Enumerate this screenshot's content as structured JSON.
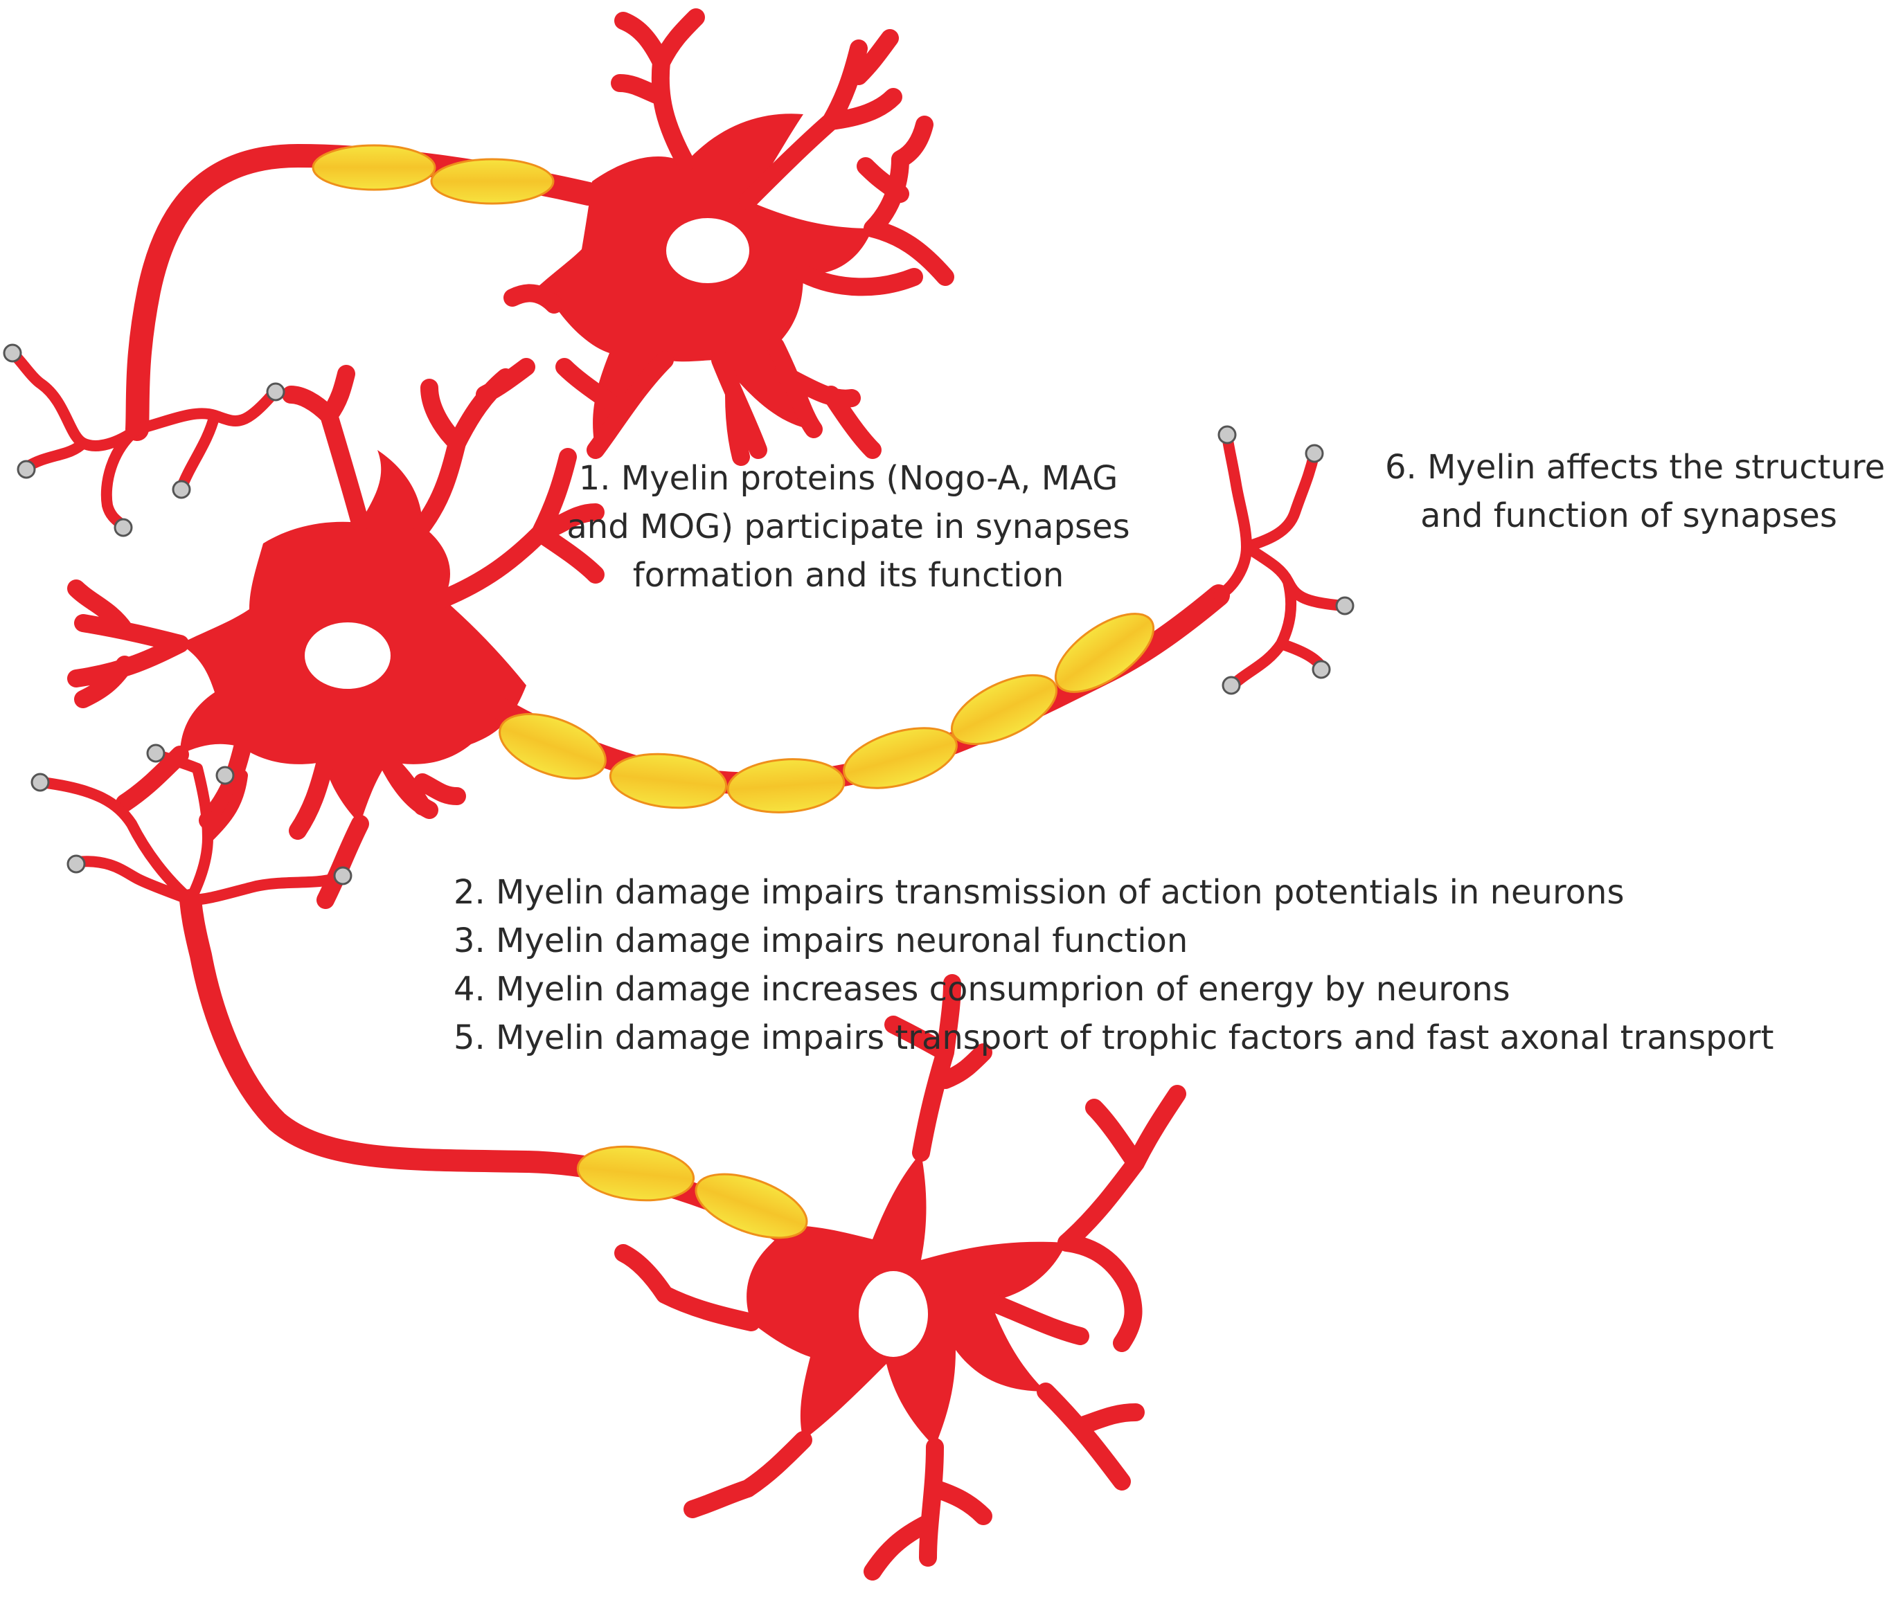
{
  "colors": {
    "neuron": "#e8222a",
    "neuron_outline": "#b51218",
    "myelin": "#f7e33f",
    "myelin_core": "#f2a31d",
    "myelin_edge": "#ef8f1b",
    "synapse_terminal": "#c9c9c9",
    "text": "#2a2a2a"
  },
  "labels": {
    "caption1_lines": [
      "1. Myelin proteins (Nogo-A, MAG",
      "and MOG) participate in synapses",
      "formation and its function"
    ],
    "caption6_lines": [
      "6. Myelin affects the structure",
      "and function of synapses"
    ],
    "list": [
      "2. Myelin damage impairs transmission of action potentials in neurons",
      "3. Myelin damage impairs neuronal function",
      "4. Myelin damage increases consumprion of energy by neurons",
      "5. Myelin damage impairs transport of trophic factors and fast axonal transport"
    ]
  }
}
